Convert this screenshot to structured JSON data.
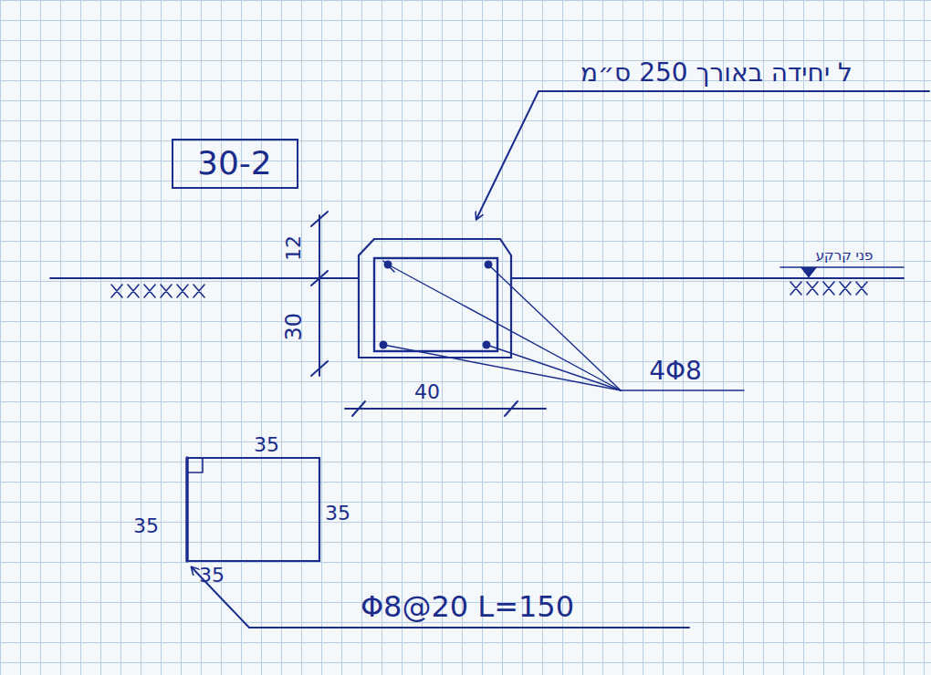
{
  "diagram": {
    "nodes": [
      {
        "text": [
          "30-2"
        ]
      }
    ],
    "labels": [
      "ל יחידה באורך 250 ס״מ",
      "פני קרקע",
      "12",
      "30",
      "40",
      "4Φ8",
      "35",
      "35",
      "35",
      "35",
      "Φ8@20 L=150"
    ]
  }
}
